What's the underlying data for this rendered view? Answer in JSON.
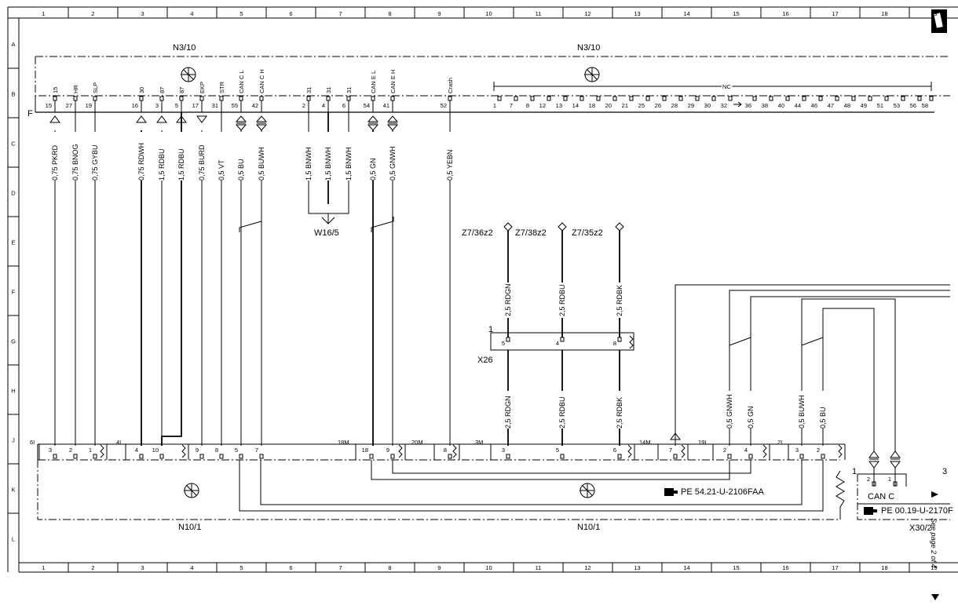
{
  "frame": {
    "columns": [
      "1",
      "2",
      "3",
      "4",
      "5",
      "6",
      "7",
      "8",
      "9",
      "10",
      "11",
      "12",
      "13",
      "14",
      "15",
      "16",
      "17",
      "18",
      "19"
    ],
    "rows": [
      "A",
      "B",
      "C",
      "D",
      "E",
      "F",
      "G",
      "H",
      "J",
      "K",
      "L"
    ]
  },
  "components": {
    "n3_10_left": "N3/10",
    "n3_10_right": "N3/10",
    "n10_1_left": "N10/1",
    "n10_1_right": "N10/1",
    "w16_5": "W16/5",
    "x26": "X26",
    "x30_2": "X30/2",
    "can_c": "CAN C",
    "pe_ref_1": "PE 54.21-U-2106FAA",
    "pe_ref_2": "PE 00.19-U-2170F",
    "see_next": "See page 2 of 4",
    "connector_f": "F",
    "nc": "NC",
    "z7_36": "Z7/36z2",
    "z7_38": "Z7/38z2",
    "z7_35": "Z7/35z2",
    "x26_pin1": "1",
    "x30_pin3": "3",
    "x30_pin1": "1"
  },
  "n3_signals": [
    "15",
    "HR",
    "SLP",
    "30",
    "87",
    "87",
    "EKP",
    "STR",
    "CAN C L",
    "CAN C H",
    "31",
    "31",
    "31",
    "CAN E L",
    "CAN E H",
    "Crash"
  ],
  "n3_pins": [
    "15",
    "27",
    "19",
    "16",
    "3",
    "5",
    "17",
    "31",
    "55",
    "42",
    "2",
    "4",
    "6",
    "54",
    "41",
    "52"
  ],
  "nc_pins": [
    "1",
    "7",
    "8",
    "12",
    "13",
    "14",
    "18",
    "20",
    "21",
    "25",
    "26",
    "28",
    "29",
    "30",
    "32",
    "36",
    "38",
    "40",
    "44",
    "46",
    "47",
    "48",
    "49",
    "51",
    "53",
    "56",
    "58"
  ],
  "wires": [
    "0,75 PKRD",
    "0,75 BNOG",
    "0,75 GYBU",
    "0,75 RDWH",
    "1,5 RDBU",
    "1,5 RDBU",
    "0,75 BURD",
    "0,5 VT",
    "0,5 BU",
    "0,5 BUWH",
    "1,5 BNWH",
    "1,5 BNWH",
    "1,5 BNWH",
    "0,5 GN",
    "0,5 GNWH",
    "0,5 YEBN"
  ],
  "z_wires_top": [
    "2,5 RDGN",
    "2,5 RDBU",
    "2,5 RDBK"
  ],
  "x26_pins": [
    "5",
    "4",
    "8"
  ],
  "z_wires_bottom": [
    "2,5 RDGN",
    "2,5 RDBU",
    "2,5 RDBK"
  ],
  "right_wires": [
    "0,5 GNWH",
    "0,5 GN",
    "0,5 BUWH",
    "0,5 BU"
  ],
  "n10_connectors": [
    "6I",
    "4I",
    "18M",
    "20M",
    "3M",
    "14M",
    "19I",
    "2I"
  ],
  "n10_pins": [
    "3",
    "2",
    "1",
    "4",
    "10",
    "9",
    "8",
    "5",
    "7",
    "18",
    "9",
    "8",
    "3",
    "5",
    "6",
    "7",
    "2",
    "4",
    "3",
    "2"
  ],
  "x30_pins": [
    "2",
    "1"
  ]
}
